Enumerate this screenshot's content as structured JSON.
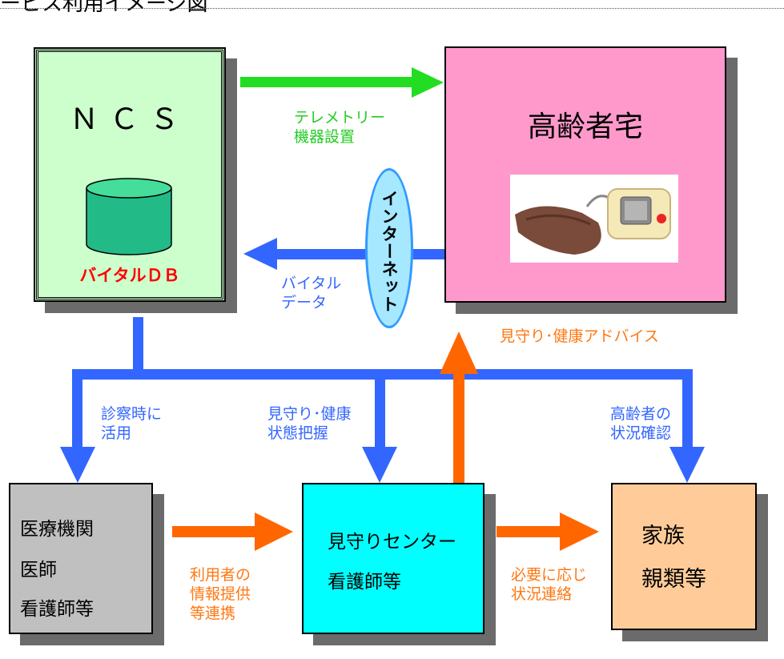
{
  "header": {
    "title_fragment": "ービス利用イメージ図"
  },
  "ncs": {
    "title": "ＮＣＳ",
    "db_label": "バイタルＤＢ"
  },
  "elderly_home": {
    "title": "高齢者宅"
  },
  "internet": {
    "label": "インターネット"
  },
  "arrows": {
    "telemetry": "テレメトリー\n機器設置",
    "vital_data": "バイタル\nデータ",
    "watch_advice": "見守り･健康アドバイス",
    "diagnosis_use": "診察時に\n活用",
    "watch_health": "見守り･健康\n状態把握",
    "elderly_status": "高齢者の\n状況確認",
    "user_info": "利用者の\n情報提供\n等連携",
    "contact": "必要に応じ\n状況連絡"
  },
  "medical": {
    "line1": "医療機関",
    "line2": "医師",
    "line3": "看護師等"
  },
  "center": {
    "line1": "見守りセンター",
    "line2": "看護師等"
  },
  "family": {
    "line1": "家族",
    "line2": "親類等"
  },
  "colors": {
    "green": "#22dd22",
    "blue": "#3366ff",
    "orange": "#ff6600",
    "ncs_fill": "#ccffcc",
    "home_fill": "#ff99cc",
    "center_fill": "#00ffff",
    "family_fill": "#ffcc99",
    "medical_fill": "#c0c0c0"
  }
}
